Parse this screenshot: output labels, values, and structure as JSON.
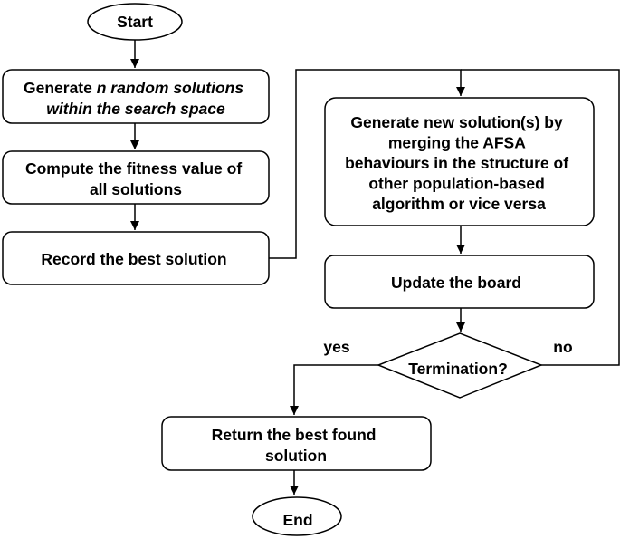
{
  "flowchart": {
    "start": {
      "label": "Start"
    },
    "generate": {
      "line1_prefix": "Generate ",
      "line1_italic": "n random solutions",
      "line2_italic": "within the search space"
    },
    "compute": {
      "line1": "Compute the fitness value of",
      "line2": "all solutions"
    },
    "record": {
      "label": "Record the best solution"
    },
    "merge": {
      "line1": "Generate new solution(s) by",
      "line2": "merging the AFSA",
      "line3": "behaviours in the structure of",
      "line4": "other population-based",
      "line5": "algorithm or vice versa"
    },
    "update": {
      "label": "Update the board"
    },
    "decision": {
      "label": "Termination?",
      "yes_label": "yes",
      "no_label": "no"
    },
    "return": {
      "line1": "Return the best found",
      "line2": "solution"
    },
    "end": {
      "label": "End"
    }
  }
}
